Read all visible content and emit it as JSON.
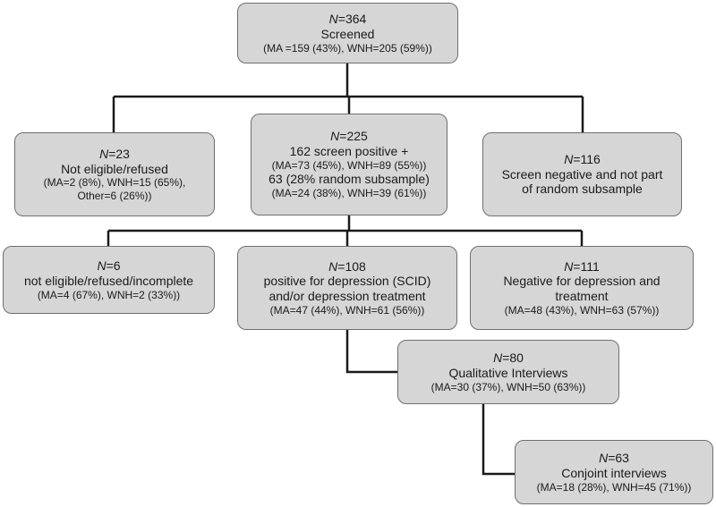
{
  "nodes": {
    "screened": {
      "n_prefix": "N",
      "n_value": "=364",
      "lines": [
        "Screened",
        "(MA =159  (43%), WNH=205 (59%))"
      ]
    },
    "not_eligible_23": {
      "n_prefix": "N",
      "n_value": "=23",
      "lines": [
        "Not eligible/refused",
        "(MA=2 (8%), WNH=15 (65%),",
        "Other=6 (26%))"
      ]
    },
    "screen_positive_225": {
      "n_prefix": "N",
      "n_value": "=225",
      "lines": [
        "162 screen positive +",
        "(MA=73 (45%), WNH=89 (55%))",
        "63 (28% random subsample)",
        "(MA=24 (38%), WNH=39 (61%))"
      ]
    },
    "screen_negative_116": {
      "n_prefix": "N",
      "n_value": "=116",
      "lines": [
        "Screen negative and not part",
        "of random subsample"
      ]
    },
    "not_eligible_6": {
      "n_prefix": "N",
      "n_value": "=6",
      "lines": [
        "not eligible/refused/incomplete",
        "(MA=4 (67%), WNH=2 (33%))"
      ]
    },
    "positive_108": {
      "n_prefix": "N",
      "n_value": "=108",
      "lines": [
        "positive for depression (SCID)",
        "and/or depression treatment",
        "(MA=47 (44%), WNH=61 (56%))"
      ]
    },
    "negative_111": {
      "n_prefix": "N",
      "n_value": "=111",
      "lines": [
        "Negative for depression and",
        "treatment",
        "(MA=48 (43%), WNH=63 (57%))"
      ]
    },
    "qualitative_80": {
      "n_prefix": "N",
      "n_value": "=80",
      "lines": [
        "Qualitative Interviews",
        "(MA=30 (37%), WNH=50 (63%))"
      ]
    },
    "conjoint_63": {
      "n_prefix": "N",
      "n_value": "=63",
      "lines": [
        "Conjoint interviews",
        "(MA=18 (28%), WNH=45 (71%))"
      ]
    }
  },
  "colors": {
    "box_fill": "#d6d6d6",
    "box_border": "#6f6f6f",
    "connector": "#1a1a1a"
  }
}
